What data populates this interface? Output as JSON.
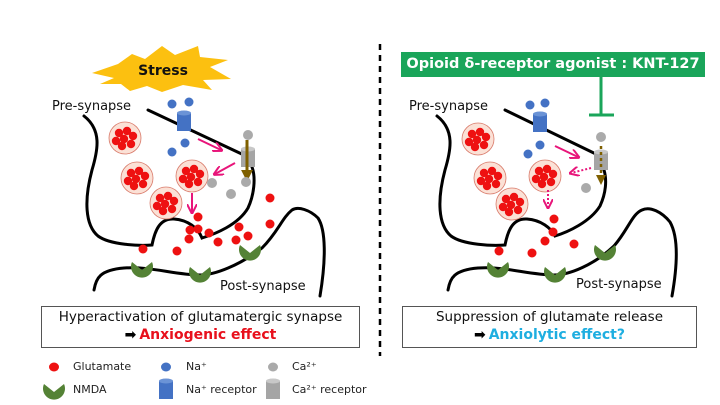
{
  "left_panel": {
    "trigger_label": "Stress",
    "pre_synapse_label": "Pre-synapse",
    "post_synapse_label": "Post-synapse",
    "summary_line1": "Hyperactivation of glutamatergic synapse",
    "summary_arrow": "➡",
    "summary_line2": "Anxiogenic effect",
    "summary_line2_color": "#e8101c"
  },
  "right_panel": {
    "agonist_label": "Opioid δ-receptor agonist : KNT-127",
    "agonist_color": "#1aa55a",
    "pre_synapse_label": "Pre-synapse",
    "post_synapse_label": "Post-synapse",
    "summary_line1": "Suppression of glutamate release",
    "summary_arrow": "➡",
    "summary_line2": "Anxiolytic effect?",
    "summary_line2_color": "#1eaee0"
  },
  "legend": {
    "items": [
      {
        "icon": "glutamate-dot-icon",
        "label": "Glutamate",
        "color": "#ee1111"
      },
      {
        "icon": "sodium-ion-dot-icon",
        "label": "Na⁺",
        "color": "#4472c4"
      },
      {
        "icon": "calcium-ion-dot-icon",
        "label": "Ca²⁺",
        "color": "#aaaaaa"
      },
      {
        "icon": "nmda-receptor-icon",
        "label": "NMDA",
        "color": "#548235"
      },
      {
        "icon": "sodium-receptor-icon",
        "label": "Na⁺ receptor",
        "color": "#4472c4"
      },
      {
        "icon": "calcium-receptor-icon",
        "label": "Ca²⁺ receptor",
        "color": "#a5a5a5"
      }
    ]
  },
  "colors": {
    "stress_burst": "#fcc010",
    "glutamate": "#ee1111",
    "vesicle_fill": "#fbe1d6",
    "sodium": "#4472c4",
    "calcium": "#aaaaaa",
    "nmda": "#548235",
    "flow_arrow": "#e8157a",
    "calcium_arrow": "#7f6000"
  }
}
